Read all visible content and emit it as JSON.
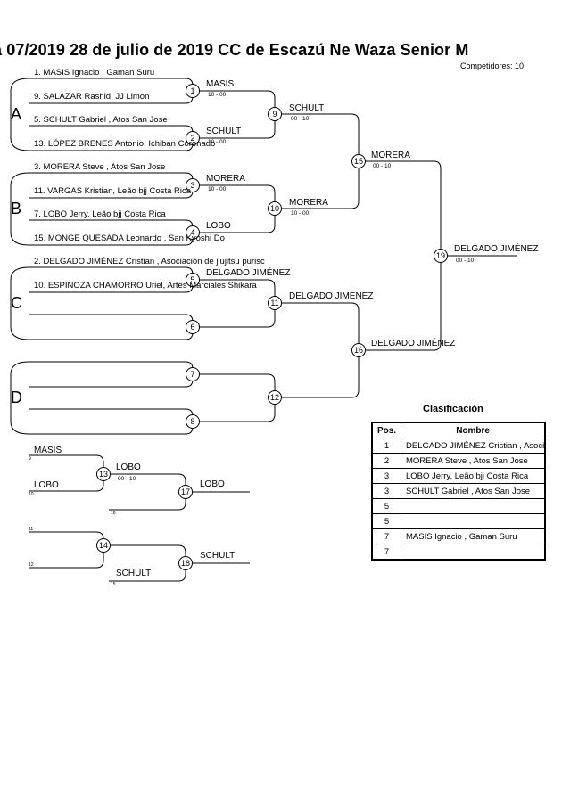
{
  "title": "a 07/2019  28 de julio de 2019  CC de Escazú   Ne Waza Senior M",
  "competitors_label": "Competidores: 10",
  "groups": [
    "A",
    "B",
    "C",
    "D"
  ],
  "entries": [
    "1. MASIS Ignacio , Gaman Suru",
    "9. SALAZAR Rashid, JJ Limon",
    "5. SCHULT Gabriel , Atos San Jose",
    "13. LÓPEZ BRENES Antonio, Ichiban Coronado",
    "3. MORERA Steve , Atos San Jose",
    "11. VARGAS Kristian, Leão bjj Costa Rica",
    "7. LOBO Jerry, Leão bjj Costa Rica",
    "15. MONGE QUESADA  Leonardo , San Kyoshi Do",
    "2. DELGADO JIMÉNEZ  Cristian ,  Asociación de jiujitsu purisc",
    "10. ESPINOZA CHAMORRO Uriel, Artes Marciales Shikara"
  ],
  "matches": [
    "1",
    "2",
    "3",
    "4",
    "5",
    "6",
    "7",
    "8",
    "9",
    "10",
    "11",
    "12",
    "13",
    "14",
    "15",
    "16",
    "17",
    "18",
    "19"
  ],
  "winners": {
    "m1": "MASIS",
    "m2": "SCHULT",
    "m3": "MORERA",
    "m4": "LOBO",
    "m5": "DELGADO JIMÉNEZ",
    "m9": "SCHULT",
    "m10": "MORERA",
    "m11": "DELGADO JIMÉNEZ",
    "m15": "MORERA",
    "m16": "DELGADO JIMÉNEZ",
    "m19": "DELGADO JIMÉNEZ"
  },
  "scores": {
    "m1": "10 - 00",
    "m2": "10 - 00",
    "m3": "10 - 00",
    "m9": "00 - 10",
    "m10": "10 - 00",
    "m15": "00 - 10",
    "m19": "00 - 10"
  },
  "repechage": {
    "r1_top": "MASIS",
    "r1_top_seed": "9",
    "r1_bottom": "LOBO",
    "r1_bottom_seed": "10",
    "m13_winner": "LOBO",
    "m13_score": "00 - 10",
    "m17_in_seed": "16",
    "m17_winner": "LOBO",
    "r2_top_seed": "11",
    "r2_bottom_seed": "12",
    "m14_winner": "SCHULT",
    "m14_seed": "15",
    "m18_winner": "SCHULT"
  },
  "classification": {
    "title": "Clasificación",
    "header_pos": "Pos.",
    "header_name": "Nombre",
    "rows": [
      {
        "pos": "1",
        "name": "DELGADO JIMÉNEZ  Cristian ,  Asoci"
      },
      {
        "pos": "2",
        "name": "MORERA Steve , Atos San Jose"
      },
      {
        "pos": "3",
        "name": "LOBO Jerry, Leão bjj Costa Rica"
      },
      {
        "pos": "3",
        "name": "SCHULT Gabriel , Atos San Jose"
      },
      {
        "pos": "5",
        "name": ""
      },
      {
        "pos": "5",
        "name": ""
      },
      {
        "pos": "7",
        "name": "MASIS Ignacio , Gaman Suru"
      },
      {
        "pos": "7",
        "name": ""
      }
    ]
  }
}
